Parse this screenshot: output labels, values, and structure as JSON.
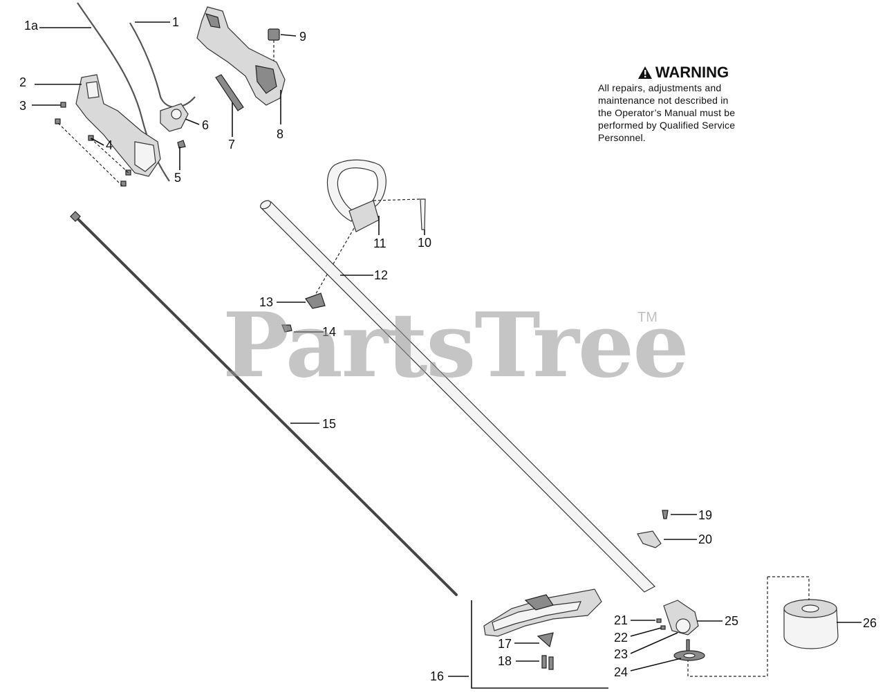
{
  "warning": {
    "title": "WARNING",
    "text": "All repairs, adjustments and\nmaintenance not described in\nthe Operator’s Manual must be\nperformed by Qualified Service\nPersonnel.",
    "icon": "warning-triangle-icon"
  },
  "watermark": {
    "brand": "PartsTree",
    "tm": "TM"
  },
  "part_numbers": {
    "p1a": "1a",
    "p1": "1",
    "p2": "2",
    "p3": "3",
    "p4": "4",
    "p5": "5",
    "p6": "6",
    "p7": "7",
    "p8": "8",
    "p9": "9",
    "p10": "10",
    "p11": "11",
    "p12": "12",
    "p13": "13",
    "p14": "14",
    "p15": "15",
    "p16": "16",
    "p17": "17",
    "p18": "18",
    "p19": "19",
    "p20": "20",
    "p21": "21",
    "p22": "22",
    "p23": "23",
    "p24": "24",
    "p25": "25",
    "p26": "26"
  }
}
